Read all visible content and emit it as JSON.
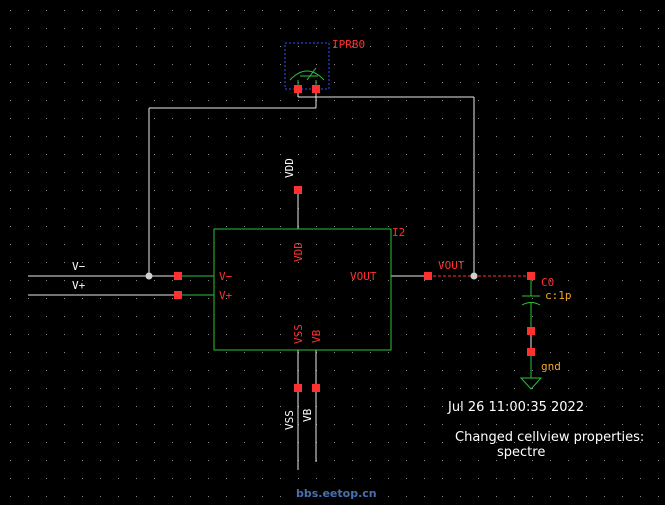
{
  "colors": {
    "background": "#000000",
    "wire": "#e8e8e8",
    "symbol": "#29c43a",
    "pin_text": "#ff3030",
    "label_text": "#ffffff",
    "probe_box": "#3050ff",
    "watermark": "#4a6fb0"
  },
  "net_labels": {
    "v_minus": "V−",
    "v_plus": "V+",
    "vdd": "VDD",
    "vss": "VSS",
    "vb": "VB",
    "vout": "VOUT"
  },
  "amp": {
    "instance": "I2",
    "pin_v_minus": "V−",
    "pin_v_plus": "V+",
    "pin_vdd": "VDD",
    "pin_vout": "VOUT",
    "pin_vss": "VSS",
    "pin_vb": "VB"
  },
  "probe": {
    "name": "IPRB0"
  },
  "capacitor": {
    "name": "C0",
    "value": "c:1p"
  },
  "ground": {
    "name": "gnd"
  },
  "status": {
    "timestamp": "Jul 26 11:00:35 2022",
    "message_line1": "Changed cellview properties:",
    "message_line2": "spectre"
  },
  "watermark": "bbs.eetop.cn"
}
